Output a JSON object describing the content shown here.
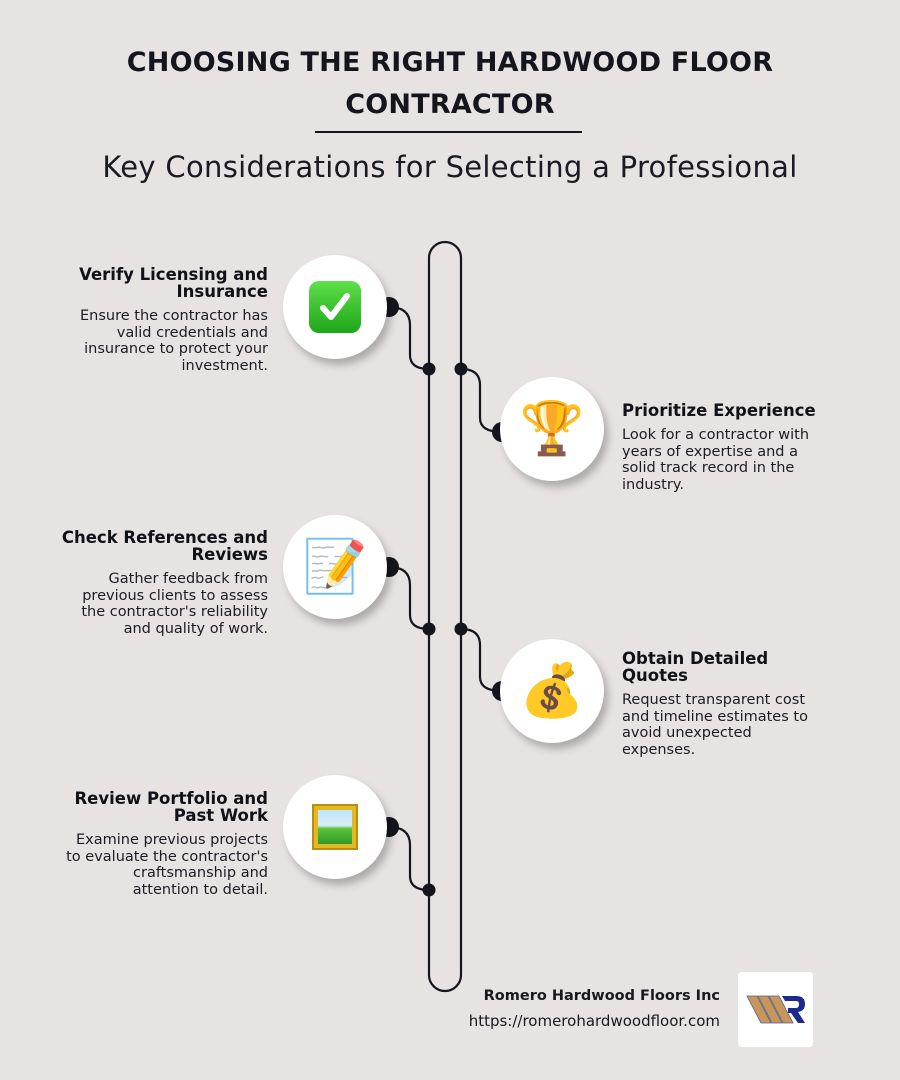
{
  "header": {
    "title_line1": "CHOOSING THE RIGHT HARDWOOD FLOOR",
    "title_line2": "CONTRACTOR",
    "subtitle": "Key Considerations for Selecting a Professional"
  },
  "timeline": {
    "items": [
      {
        "side": "left",
        "icon": "check-mark-icon",
        "title": "Verify Licensing and Insurance",
        "title_lines": [
          "Verify Licensing and",
          "Insurance"
        ],
        "description": "Ensure the contractor has valid credentials and insurance to protect your investment.",
        "desc_lines": [
          "Ensure the contractor has",
          "valid credentials and",
          "insurance to protect your",
          "investment."
        ]
      },
      {
        "side": "right",
        "icon": "trophy-icon",
        "glyph": "🏆",
        "title": "Prioritize Experience",
        "title_lines": [
          "Prioritize Experience"
        ],
        "description": "Look for a contractor with years of expertise and a solid track record in the industry.",
        "desc_lines": [
          "Look for a contractor with",
          "years of expertise and a",
          "solid track record in the",
          "industry."
        ]
      },
      {
        "side": "left",
        "icon": "memo-pencil-icon",
        "glyph": "📝",
        "title": "Check References and Reviews",
        "title_lines": [
          "Check References and",
          "Reviews"
        ],
        "description": "Gather feedback from previous clients to assess the contractor's reliability and quality of work.",
        "desc_lines": [
          "Gather feedback from",
          "previous clients to assess",
          "the contractor's reliability",
          "and quality of work."
        ]
      },
      {
        "side": "right",
        "icon": "money-bag-icon",
        "glyph": "💰",
        "title": "Obtain Detailed Quotes",
        "title_lines": [
          "Obtain Detailed",
          "Quotes"
        ],
        "description": "Request transparent cost and timeline estimates to avoid unexpected expenses.",
        "desc_lines": [
          "Request transparent cost",
          "and timeline estimates to",
          "avoid unexpected",
          "expenses."
        ]
      },
      {
        "side": "left",
        "icon": "framed-picture-icon",
        "title": "Review Portfolio and Past Work",
        "title_lines": [
          "Review Portfolio and",
          "Past Work"
        ],
        "description": "Examine previous projects to evaluate the contractor's craftsmanship and attention to detail.",
        "desc_lines": [
          "Examine previous projects",
          "to evaluate the contractor's",
          "craftsmanship and",
          "attention to detail."
        ]
      }
    ]
  },
  "footer": {
    "company_name": "Romero Hardwood Floors Inc",
    "url": "https://romerohardwoodfloor.com",
    "logo": "romero-logo-icon"
  },
  "colors": {
    "background": "#e6e3e2",
    "text": "#14141c",
    "line": "#15151d",
    "logo_wood": "#c7965a",
    "logo_blue": "#1c2a8c"
  }
}
